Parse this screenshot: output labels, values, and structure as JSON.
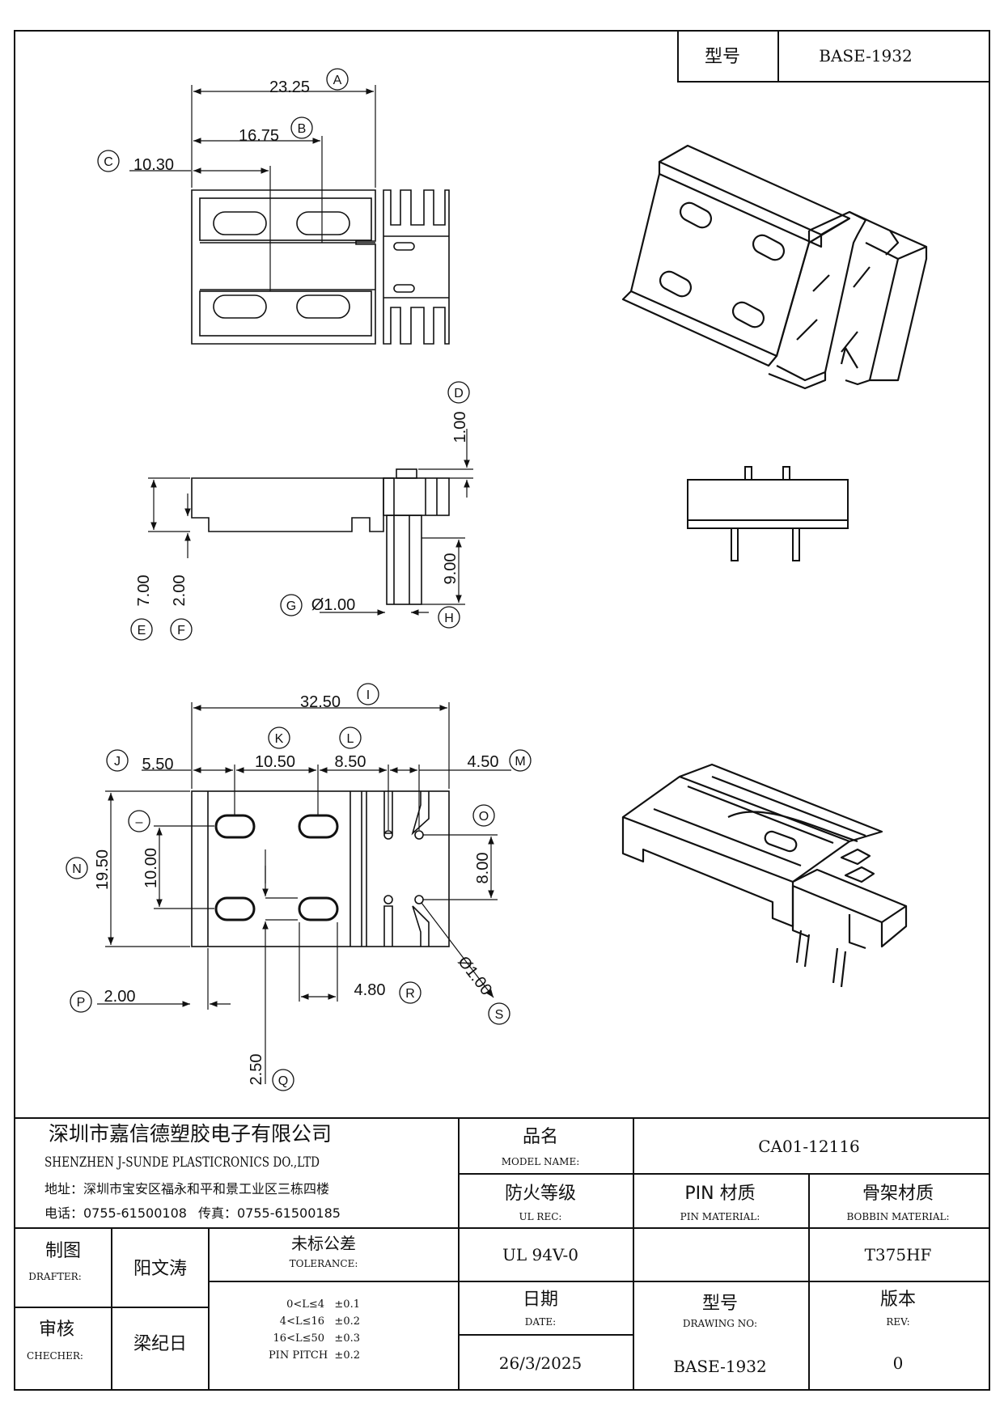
{
  "header": {
    "model_label": "型号",
    "model_value": "BASE-1932"
  },
  "callouts": {
    "A": "A",
    "B": "B",
    "C": "C",
    "D": "D",
    "E": "E",
    "F": "F",
    "G": "G",
    "H": "H",
    "I": "I",
    "J": "J",
    "K": "K",
    "L": "L",
    "M": "M",
    "N": "N",
    "O": "O",
    "dash": "–",
    "P": "P",
    "Q": "Q",
    "R": "R",
    "S": "S"
  },
  "dims": {
    "top_overall": "23.25",
    "top_mid": "16.75",
    "top_left": "10.30",
    "side_pin_step": "1.00",
    "side_height": "7.00",
    "side_step": "2.00",
    "side_pin_dia": "Ø1.00",
    "side_pin_len": "9.00",
    "bot_overall": "32.50",
    "bot_left": "5.50",
    "bot_slot_pitch": "10.50",
    "bot_slot_gap": "8.50",
    "bot_pin_edge": "4.50",
    "bot_width": "19.50",
    "bot_slot_vpitch": "10.00",
    "bot_pin_vpitch": "8.00",
    "bot_pin_hole": "Ø1.00",
    "bot_wall": "2.00",
    "bot_slot_w": "4.80",
    "bot_slot_h": "2.50"
  },
  "title_block": {
    "company_cn": "深圳市嘉信德塑胶电子有限公司",
    "company_en": "SHENZHEN J-SUNDE PLASTICRONICS DO.,LTD",
    "address": "地址：深圳市宝安区福永和平和景工业区三栋四楼",
    "phone": "电话：0755-61500108",
    "fax": "传真：0755-61500185",
    "model_name_cn": "品名",
    "model_name_en": "MODEL NAME:",
    "model_name_value": "CA01-12116",
    "ul_cn": "防火等级",
    "ul_en": "UL REC:",
    "ul_value": "UL 94V-0",
    "pin_cn": "PIN 材质",
    "pin_en": "PIN MATERIAL:",
    "pin_value": "",
    "bobbin_cn": "骨架材质",
    "bobbin_en": "BOBBIN MATERIAL:",
    "bobbin_value": "T375HF",
    "drafter_cn": "制图",
    "drafter_en": "DRAFTER:",
    "drafter_name": "阳文涛",
    "checker_cn": "审核",
    "checker_en": "CHECHER:",
    "checker_name": "梁纪日",
    "tol_cn": "未标公差",
    "tol_en": "TOLERANCE:",
    "tol_lines": [
      "0<L≤4   ±0.1",
      "4<L≤16   ±0.2",
      "16<L≤50   ±0.3",
      "PIN PITCH  ±0.2"
    ],
    "date_cn": "日期",
    "date_en": "DATE:",
    "date_value": "26/3/2025",
    "drawing_cn": "型号",
    "drawing_en": "DRAWING NO:",
    "drawing_value": "BASE-1932",
    "rev_cn": "版本",
    "rev_en": "REV:",
    "rev_value": "0"
  }
}
